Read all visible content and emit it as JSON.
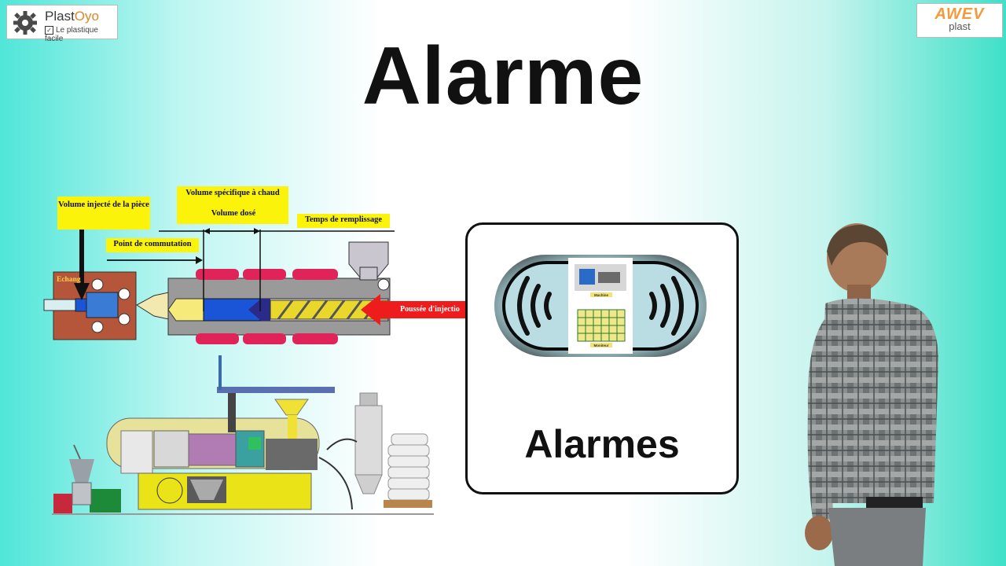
{
  "logos": {
    "left": {
      "brand_a": "Plast",
      "brand_b": "Oyo",
      "tagline": "Le plastique facile"
    },
    "right": {
      "line1": "AWEV",
      "line2": "plast"
    }
  },
  "title": "Alarme",
  "diagram": {
    "labels": {
      "volume_injecte": "Volume injecté de la pièce",
      "volume_specifique": "Volume spécifique à chaud",
      "volume_dose": "Volume dosé",
      "temps_remplissage": "Temps de remplissage",
      "point_commutation": "Point de commutation",
      "echange": "Echang",
      "poussee": "Poussée d'injectio"
    }
  },
  "card": {
    "label": "Alarmes",
    "inner_labels": {
      "top": "Machine",
      "bottom": "Moniteur"
    }
  },
  "colors": {
    "accent_yellow": "#fbf40a",
    "heater_red": "#e0245a",
    "arrow_red": "#ee1c1c",
    "melt_blue": "#1a55d8"
  }
}
